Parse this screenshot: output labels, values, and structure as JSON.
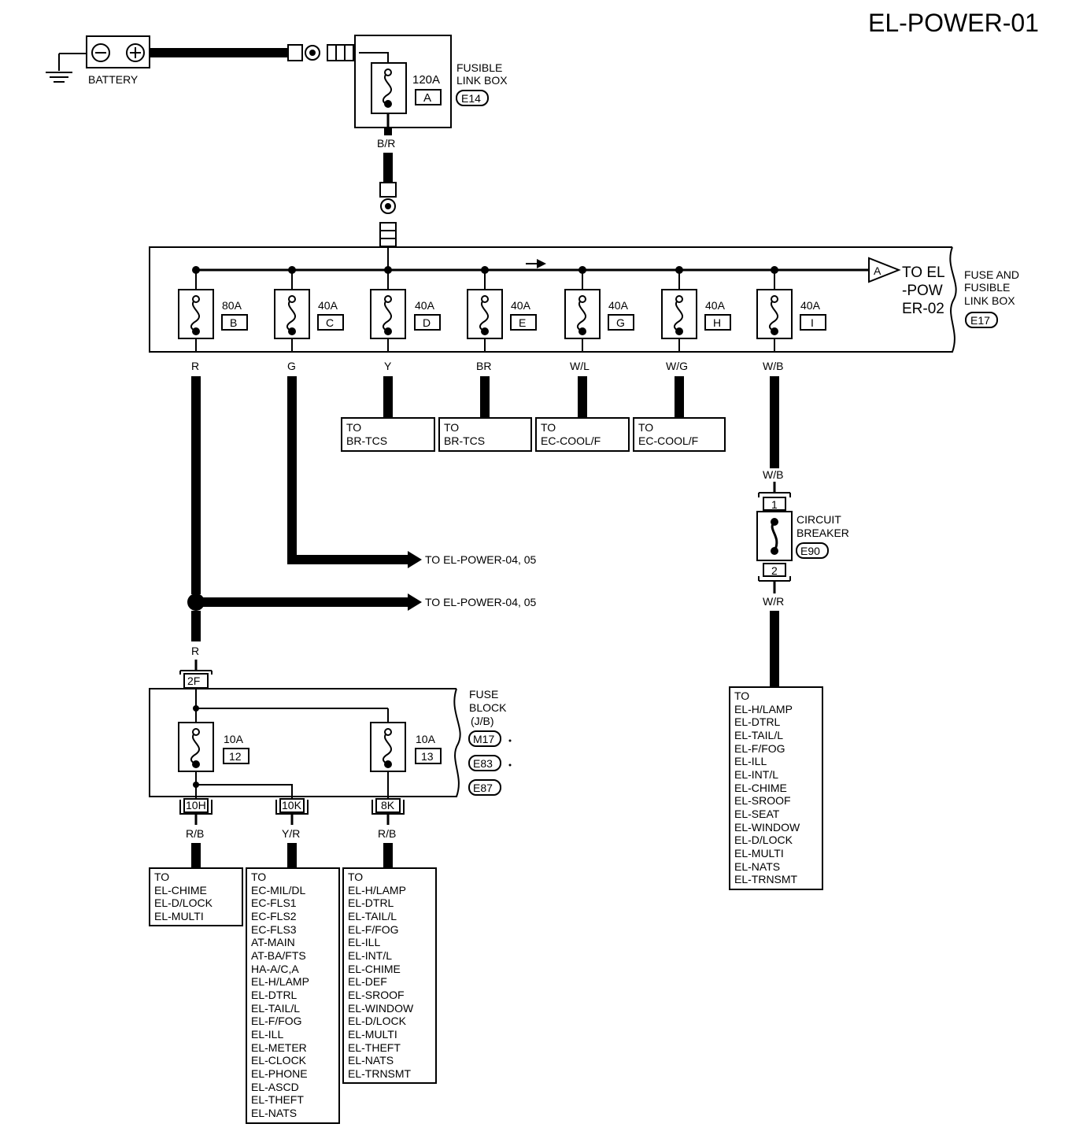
{
  "title": "EL-POWER-01",
  "battery": {
    "label": "BATTERY",
    "neg": "−",
    "pos": "+"
  },
  "fusible_link": {
    "label1": "FUSIBLE",
    "label2": "LINK BOX",
    "rating": "120A",
    "letter": "A",
    "connector": "E14"
  },
  "wire_br": "B/R",
  "fuse_box": {
    "label1": "FUSE AND",
    "label2": "FUSIBLE",
    "label3": "LINK BOX",
    "connector": "E17",
    "to_label1": "TO EL",
    "to_label2": "-POW",
    "to_label3": "ER-02",
    "arrow_letter": "A",
    "fuses": [
      {
        "rating": "80A",
        "letter": "B",
        "wire": "R"
      },
      {
        "rating": "40A",
        "letter": "C",
        "wire": "G"
      },
      {
        "rating": "40A",
        "letter": "D",
        "wire": "Y"
      },
      {
        "rating": "40A",
        "letter": "E",
        "wire": "BR"
      },
      {
        "rating": "40A",
        "letter": "G",
        "wire": "W/L"
      },
      {
        "rating": "40A",
        "letter": "H",
        "wire": "W/G"
      },
      {
        "rating": "40A",
        "letter": "I",
        "wire": "W/B"
      }
    ]
  },
  "dest_boxes": [
    {
      "to": "TO",
      "dest": "BR-TCS"
    },
    {
      "to": "TO",
      "dest": "BR-TCS"
    },
    {
      "to": "TO",
      "dest": "EC-COOL/F"
    },
    {
      "to": "TO",
      "dest": "EC-COOL/F"
    }
  ],
  "to_power_g": "TO EL-POWER-04, 05",
  "to_power_r": "TO EL-POWER-04, 05",
  "circuit_breaker": {
    "label1": "CIRCUIT",
    "label2": "BREAKER",
    "connector": "E90",
    "pin_top": "1",
    "pin_bottom": "2",
    "wire_in": "W/B",
    "wire_out": "W/R"
  },
  "cb_dest": [
    "TO",
    "EL-H/LAMP",
    "EL-DTRL",
    "EL-TAIL/L",
    "EL-F/FOG",
    "EL-ILL",
    "EL-INT/L",
    "EL-CHIME",
    "EL-SROOF",
    "EL-SEAT",
    "EL-WINDOW",
    "EL-D/LOCK",
    "EL-MULTI",
    "EL-NATS",
    "EL-TRNSMT"
  ],
  "fuse_block": {
    "label1": "FUSE",
    "label2": "BLOCK",
    "label3": "(J/B)",
    "connectors": [
      "M17",
      "E83",
      "E87"
    ],
    "in_connector": "2F",
    "in_wire": "R",
    "fuses": [
      {
        "rating": "10A",
        "number": "12"
      },
      {
        "rating": "10A",
        "number": "13"
      }
    ],
    "outputs": [
      {
        "connector": "10H",
        "wire": "R/B"
      },
      {
        "connector": "10K",
        "wire": "Y/R"
      },
      {
        "connector": "8K",
        "wire": "R/B"
      }
    ]
  },
  "out_lists": [
    [
      "TO",
      "EL-CHIME",
      "EL-D/LOCK",
      "EL-MULTI"
    ],
    [
      "TO",
      "EC-MIL/DL",
      "EC-FLS1",
      "EC-FLS2",
      "EC-FLS3",
      "AT-MAIN",
      "AT-BA/FTS",
      "HA-A/C,A",
      "EL-H/LAMP",
      "EL-DTRL",
      "EL-TAIL/L",
      "EL-F/FOG",
      "EL-ILL",
      "EL-METER",
      "EL-CLOCK",
      "EL-PHONE",
      "EL-ASCD",
      "EL-THEFT",
      "EL-NATS"
    ],
    [
      "TO",
      "EL-H/LAMP",
      "EL-DTRL",
      "EL-TAIL/L",
      "EL-F/FOG",
      "EL-ILL",
      "EL-INT/L",
      "EL-CHIME",
      "EL-DEF",
      "EL-SROOF",
      "EL-WINDOW",
      "EL-D/LOCK",
      "EL-MULTI",
      "EL-THEFT",
      "EL-NATS",
      "EL-TRNSMT"
    ]
  ]
}
